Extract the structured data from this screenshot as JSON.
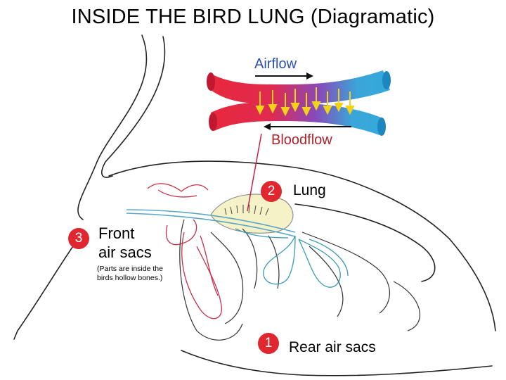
{
  "title": "INSIDE THE BIRD LUNG (Diagramatic)",
  "inset": {
    "airflow_label": "Airflow",
    "bloodflow_label": "Bloodflow"
  },
  "labels": [
    {
      "number": "2",
      "text": "Lung"
    },
    {
      "number": "3",
      "text_line1": "Front",
      "text_line2": "air sacs",
      "note": "(Parts are inside the birds hollow bones.)"
    },
    {
      "number": "1",
      "text": "Rear air sacs"
    }
  ],
  "colors": {
    "badge": "#e0262e",
    "airflow_text": "#2a4fb8",
    "bloodflow_text": "#b0222b",
    "vessel_red": "#e03040",
    "vessel_blue": "#3aa6d8",
    "capillary_arrows": "#f3d21b",
    "air_sac_blue": "#3a9bb5",
    "air_sac_red": "#c8304a"
  }
}
